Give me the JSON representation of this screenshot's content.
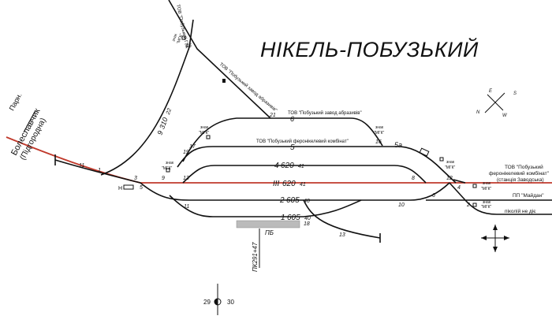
{
  "title": "НІКЕЛЬ-ПОБУЗЬКИЙ",
  "left_direction": {
    "line1": "Парн.",
    "line2": "Болеславчик",
    "line3": "(Підгородна)"
  },
  "tracks": [
    {
      "id": "t6",
      "number": "6"
    },
    {
      "id": "t5",
      "number": "5"
    },
    {
      "id": "t4",
      "number": "4",
      "length": "620",
      "units": "41"
    },
    {
      "id": "t3",
      "number": "III",
      "length": "620",
      "units": "41"
    },
    {
      "id": "t2",
      "number": "2",
      "length": "605",
      "units": "40"
    },
    {
      "id": "t1",
      "number": "1",
      "length": "605",
      "units": "40"
    },
    {
      "id": "t_side",
      "number": "9",
      "length": "310",
      "units": "22"
    }
  ],
  "labels": {
    "abrazive_top": "ТОВ \"Побузький завод абразивів\"",
    "abrazive_diag": "ТОВ \"Побузький завод абразивів\"",
    "ferro_track5": "ТОВ \"Побузький феронікелевий комбінат\"",
    "ferro_right_1": "ТОВ \"Побузький",
    "ferro_right_2": "феронікелевий комбінат\"",
    "ferro_right_3": "(станція Заводська)",
    "maydan": "ПП \"Майдан\"",
    "pikoliy": "піколій не діє",
    "top_road": "ТОВ \"Побузький ГЗК\"",
    "pb": "ПБ",
    "km": "ПК291+47",
    "page_left": "29",
    "page_right": "30"
  },
  "znak": {
    "line1": "знак",
    "line2": "\"МГК\""
  },
  "switches": [
    "1",
    "3",
    "5",
    "9",
    "11",
    "13",
    "15",
    "16",
    "17",
    "19",
    "21",
    "5а",
    "8",
    "12",
    "4",
    "6",
    "2",
    "10",
    "18",
    "13"
  ],
  "compass": {
    "n": "N",
    "s": "S",
    "e": "E",
    "w": "W"
  },
  "hs_label": "Н"
}
